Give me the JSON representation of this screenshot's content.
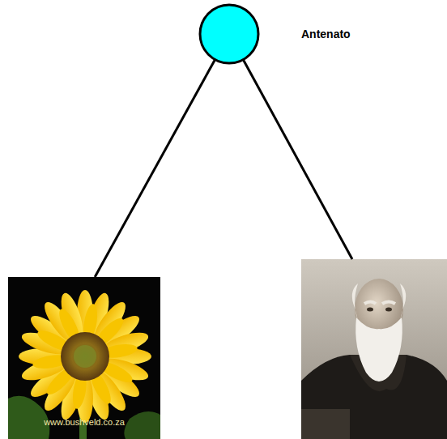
{
  "diagram": {
    "nodes": [
      {
        "text": [
          "Antenato"
        ]
      },
      {
        "text": [
          "www.bushveld.co.za"
        ]
      },
      {
        "text": []
      }
    ],
    "edges": [
      {
        "from": 0,
        "to": 1,
        "arrow": "none"
      },
      {
        "from": 0,
        "to": 2,
        "arrow": "none"
      }
    ]
  }
}
